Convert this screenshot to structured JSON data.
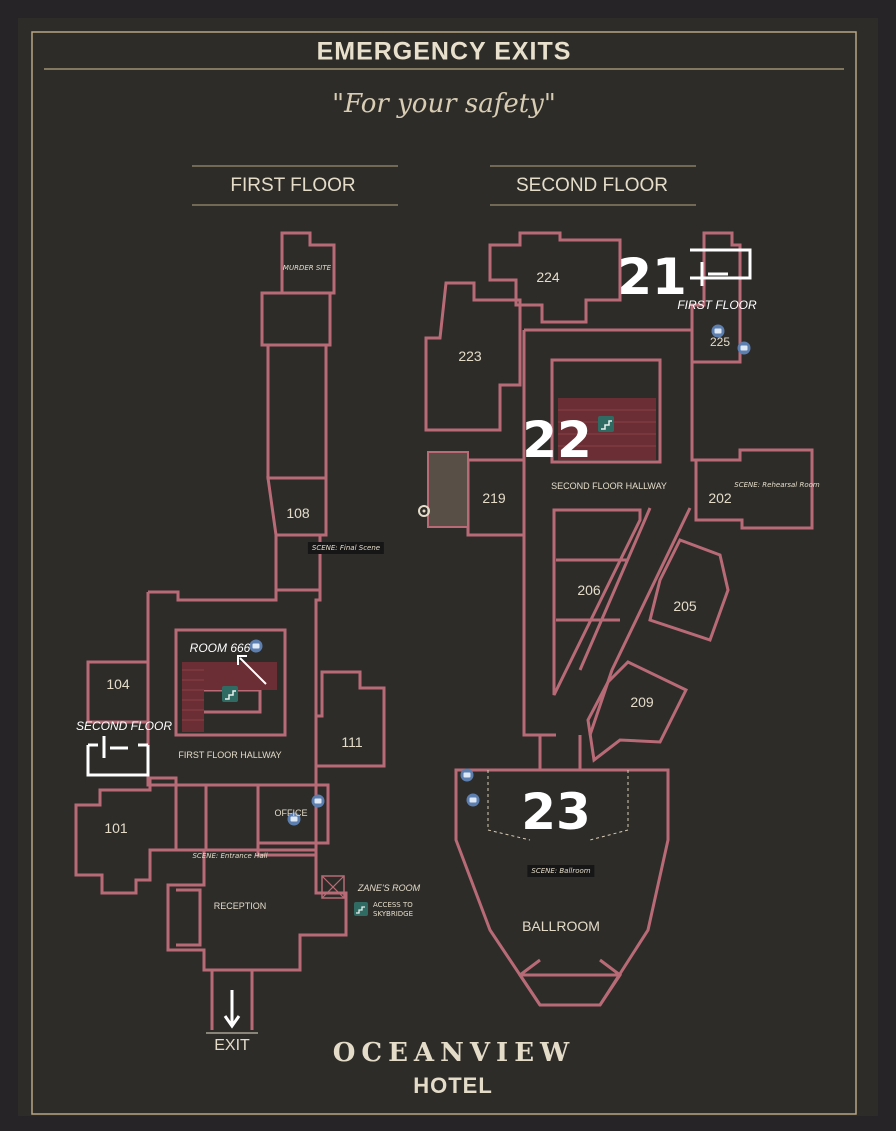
{
  "header": {
    "title": "EMERGENCY EXITS",
    "tagline": "\"For your safety\""
  },
  "floors": {
    "first": "FIRST FLOOR",
    "second": "SECOND FLOOR"
  },
  "first_floor": {
    "murder_site": "MURDER SITE",
    "room_108": "108",
    "scene_final": "SCENE: Final Scene",
    "room_104": "104",
    "room_666": "ROOM 666",
    "hallway": "FIRST FLOOR HALLWAY",
    "room_111": "111",
    "office": "OFFICE",
    "room_101": "101",
    "scene_entrance": "SCENE: Entrance Hall",
    "reception": "RECEPTION",
    "zanes_room": "ZANE'S ROOM",
    "skybridge": "ACCESS TO SKYBRIDGE",
    "exit": "EXIT",
    "stairs_label": "SECOND FLOOR"
  },
  "second_floor": {
    "room_224": "224",
    "room_223": "223",
    "room_225": "225",
    "stairs_label": "FIRST FLOOR",
    "room_219": "219",
    "hallway": "SECOND FLOOR HALLWAY",
    "room_202": "202",
    "scene_rehearsal": "SCENE: Rehearsal Room",
    "room_206": "206",
    "room_205": "205",
    "room_209": "209",
    "scene_ballroom": "SCENE: Ballroom",
    "ballroom": "BALLROOM"
  },
  "markers": {
    "m21": "21",
    "m22": "22",
    "m23": "23"
  },
  "brand": {
    "name": "OCEANVIEW",
    "sub": "HOTEL"
  },
  "colors": {
    "background": "#262426",
    "board": "#2d2c29",
    "wall": "#b86b77",
    "frame": "#b6a582",
    "text": "#e4dcc9",
    "marker": "#ffffff"
  },
  "icons": [
    "camera-icon",
    "stairs-icon",
    "settings-icon",
    "exit-arrow-icon"
  ]
}
